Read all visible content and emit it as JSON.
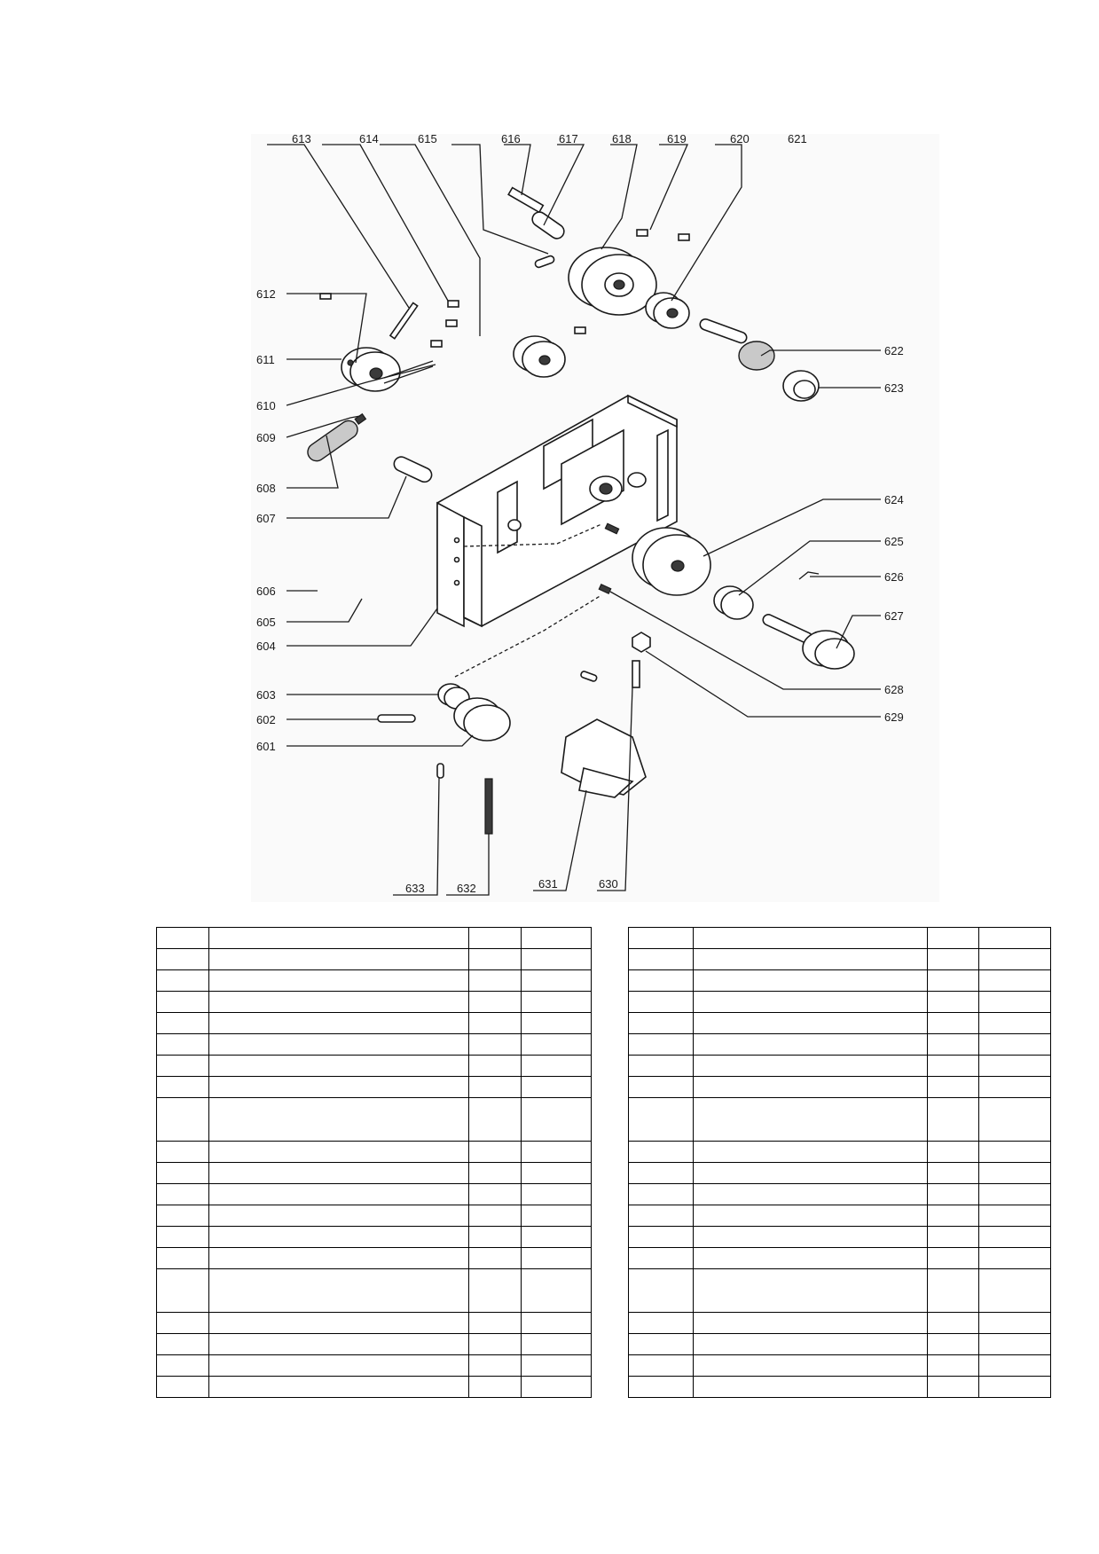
{
  "diagram": {
    "labels": [
      "613",
      "614",
      "615",
      "616",
      "617",
      "618",
      "619",
      "620",
      "621",
      "612",
      "611",
      "610",
      "609",
      "608",
      "607",
      "606",
      "605",
      "604",
      "603",
      "602",
      "601",
      "622",
      "623",
      "624",
      "625",
      "626",
      "627",
      "628",
      "629",
      "633",
      "632",
      "631",
      "630"
    ]
  },
  "tables": {
    "left": {
      "columns": [
        "",
        "",
        "",
        ""
      ],
      "rows": 20,
      "tall_rows": [
        8,
        15
      ]
    },
    "right": {
      "columns": [
        "",
        "",
        "",
        ""
      ],
      "rows": 20,
      "tall_rows": [
        8,
        15
      ]
    }
  }
}
